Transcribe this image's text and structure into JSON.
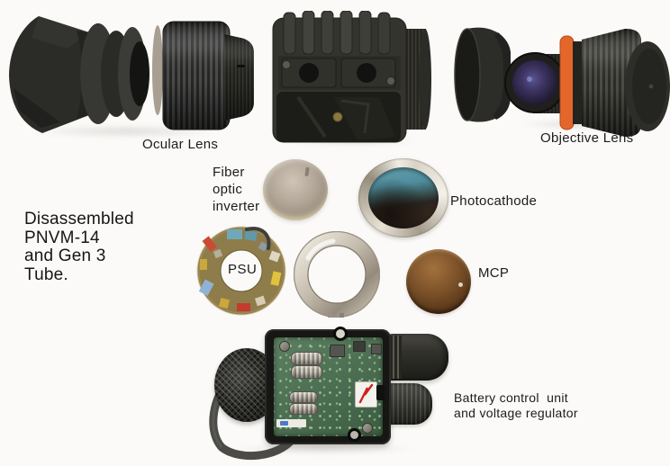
{
  "palette": {
    "background": "#fbfaf8",
    "text": "#1c1c1c",
    "objective_oring_orange": "#e5662a",
    "pcb_green": "#4a7150",
    "mcp_copper": "#7a4e28",
    "photocathode_teal": "#4f8d9e",
    "psu_board_amber": "#9c854e",
    "metal_ring_silver": "#cfc8bb"
  },
  "caption": {
    "description": "Disassembled\nPNVM-14\nand Gen 3\nTube."
  },
  "labels": {
    "ocular_lens": "Ocular Lens",
    "objective_lens": "Objective Lens",
    "fiber_optic_inverter": "Fiber\noptic\ninverter",
    "photocathode": "Photocathode",
    "psu": "PSU",
    "mcp": "MCP",
    "battery_unit": "Battery control  unit\nand voltage regulator"
  }
}
